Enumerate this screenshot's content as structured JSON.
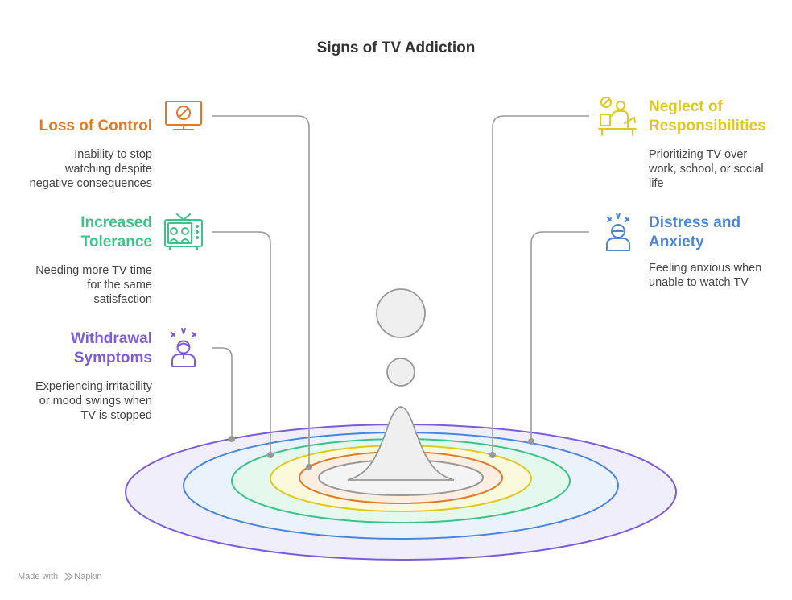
{
  "title": "Signs of TV Addiction",
  "colors": {
    "loss_of_control": "#e07a2a",
    "increased_tolerance": "#3cc488",
    "withdrawal_symptoms": "#7c5cdc",
    "neglect_of_responsibilities": "#e0c81c",
    "distress_and_anxiety": "#4a86dc",
    "connector": "#999999",
    "drop": "#efefef"
  },
  "items": {
    "loss_of_control": {
      "heading": "Loss of Control",
      "description": [
        "Inability to stop",
        "watching despite",
        "negative consequences"
      ],
      "icon": "monitor-blocked-icon"
    },
    "increased_tolerance": {
      "heading_lines": [
        "Increased",
        "Tolerance"
      ],
      "description": [
        "Needing more TV time",
        "for the same",
        "satisfaction"
      ],
      "icon": "tv-icon"
    },
    "withdrawal_symptoms": {
      "heading_lines": [
        "Withdrawal",
        "Symptoms"
      ],
      "description": [
        "Experiencing irritability",
        "or mood swings when",
        "TV is stopped"
      ],
      "icon": "stressed-person-icon"
    },
    "neglect_of_responsibilities": {
      "heading_lines": [
        "Neglect of",
        "Responsibilities"
      ],
      "description": [
        "Prioritizing TV over",
        "work, school, or social",
        "life"
      ],
      "icon": "person-at-desk-icon"
    },
    "distress_and_anxiety": {
      "heading_lines": [
        "Distress and",
        "Anxiety"
      ],
      "description": [
        "Feeling anxious when",
        "unable to watch TV"
      ],
      "icon": "anxious-person-icon"
    }
  },
  "footer": {
    "made_with": "Made with",
    "brand": "Napkin"
  }
}
